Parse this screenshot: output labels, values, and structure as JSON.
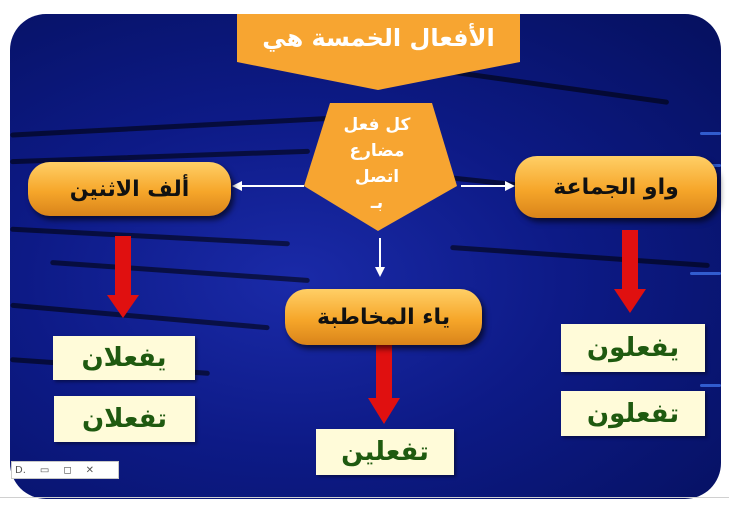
{
  "title": "الأفعال الخمسة هي",
  "center_lines": [
    "كل فعل",
    "مضارع",
    "اتصل",
    "بـ"
  ],
  "branches": {
    "left": {
      "label": "ألف الاثنين",
      "verbs": [
        "يفعلان",
        "تفعلان"
      ]
    },
    "middle": {
      "label": "ياء المخاطبة",
      "verbs": [
        "تفعلين"
      ]
    },
    "right": {
      "label": "واو الجماعة",
      "verbs": [
        "يفعلون",
        "تفعلون"
      ]
    }
  },
  "window_controls": {
    "app": "D.",
    "minimize": "▭",
    "restore": "◻",
    "close": "✕"
  },
  "colors": {
    "background": "#0d1a86",
    "shape_orange": "#f6a62a",
    "arrow_red": "#e01010",
    "verb_text": "#1f5a10"
  }
}
